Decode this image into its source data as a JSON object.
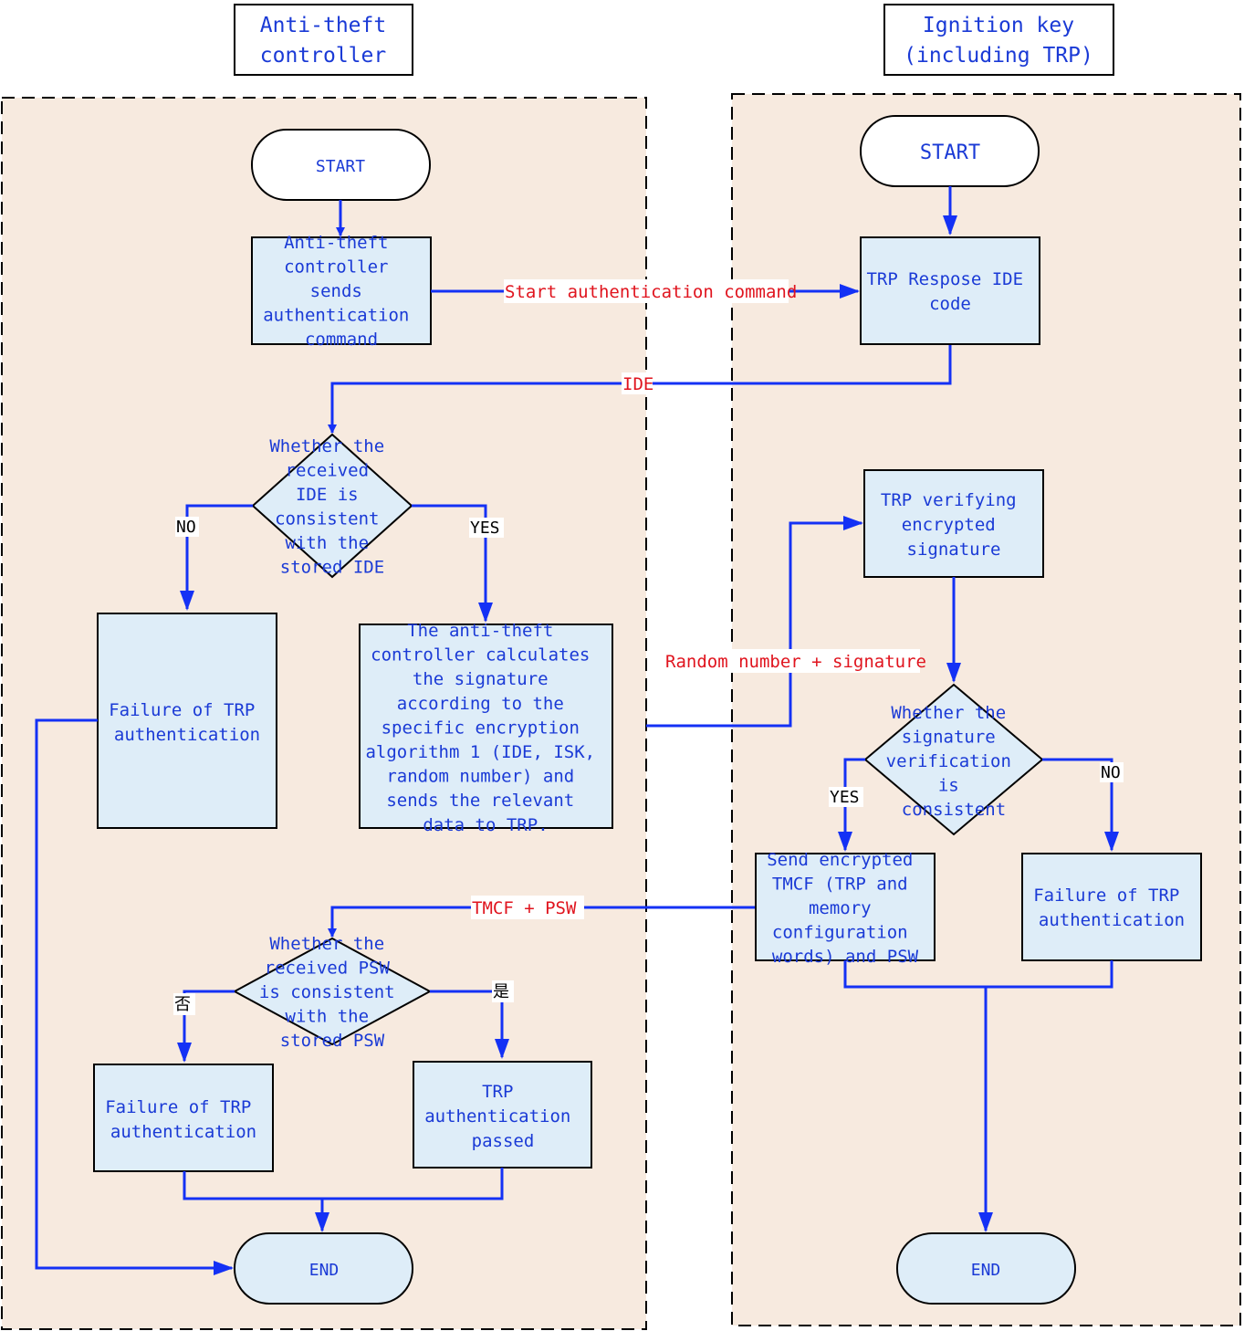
{
  "lanes": {
    "left_title": [
      "Anti-theft",
      "controller"
    ],
    "right_title": [
      "Ignition key",
      "(including TRP)"
    ]
  },
  "left": {
    "start": "START",
    "send_cmd": [
      "Anti-theft",
      "controller",
      "sends",
      "authentication",
      "command"
    ],
    "decision_ide": [
      "Whether the",
      "received",
      "IDE is",
      "consistent",
      "with the",
      "stored IDE"
    ],
    "no": "NO",
    "yes": "YES",
    "fail1": [
      "Failure of TRP",
      "authentication"
    ],
    "calc": [
      "The anti-theft",
      "controller calculates",
      "the signature",
      "according to the",
      "specific encryption",
      "algorithm 1 (IDE, ISK,",
      "random number) and",
      "sends the relevant",
      "data to TRP."
    ],
    "decision_psw": [
      "Whether the",
      "received PSW",
      "is consistent",
      "with the",
      "stored PSW"
    ],
    "no_cn": "否",
    "yes_cn": "是",
    "fail2": [
      "Failure of TRP",
      "authentication"
    ],
    "passed": [
      "TRP",
      "authentication",
      "passed"
    ],
    "end": "END"
  },
  "right": {
    "start": "START",
    "respose": [
      "TRP Respose IDE",
      "code"
    ],
    "verify": [
      "TRP verifying",
      "encrypted",
      "signature"
    ],
    "decision_sig": [
      "Whether the",
      "signature",
      "verification",
      "is",
      "consistent"
    ],
    "yes": "YES",
    "no": "NO",
    "send_tmcf": [
      "Send encrypted",
      "TMCF (TRP and",
      "memory",
      "configuration",
      "words) and PSW"
    ],
    "fail": [
      "Failure of TRP",
      "authentication"
    ],
    "end": "END"
  },
  "messages": {
    "start_cmd": "Start authentication command",
    "ide": "IDE",
    "random_sig": "Random number + signature",
    "tmcf_psw": "TMCF +  PSW"
  },
  "colors": {
    "lane_fill": "#f7eadf",
    "box_fill": "#deedf8",
    "flow": "#1431f5",
    "node_text": "#1a3ad6",
    "message_text": "#e0141e"
  }
}
